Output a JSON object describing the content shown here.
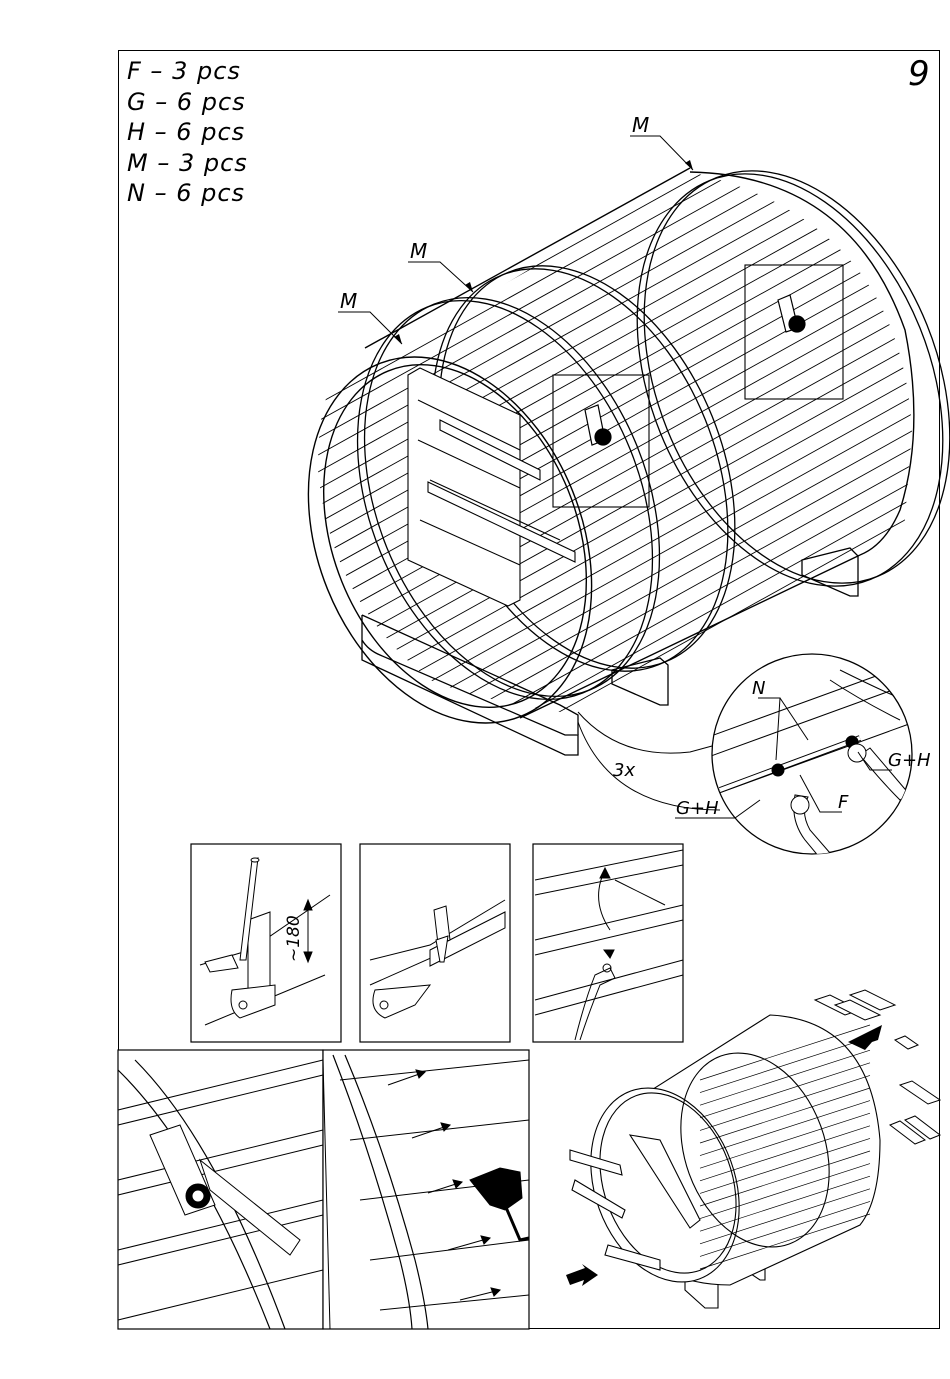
{
  "parts": [
    {
      "letter": "F",
      "qty": "3 pcs"
    },
    {
      "letter": "G",
      "qty": "6 pcs"
    },
    {
      "letter": "H",
      "qty": "6 pcs"
    },
    {
      "letter": "M",
      "qty": "3 pcs"
    },
    {
      "letter": "N",
      "qty": "6 pcs"
    }
  ],
  "parts_text": [
    "F – 3 pcs",
    "G – 6 pcs",
    "H – 6 pcs",
    "M – 3 pcs",
    "N – 6 pcs"
  ],
  "step_number": "9",
  "callouts": {
    "band_m": "M",
    "bolt_n": "N",
    "nut_gh_right": "G+H",
    "nut_gh_left": "G+H",
    "plate_f": "F",
    "repeat": "3x",
    "dimension": "~180"
  }
}
